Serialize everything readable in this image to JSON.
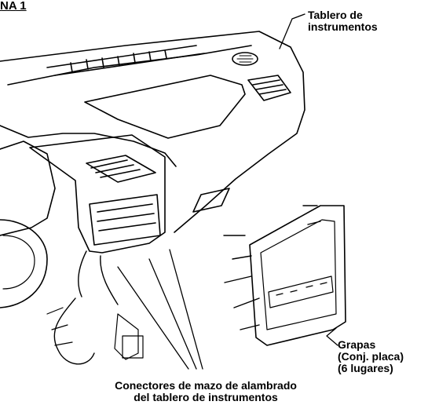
{
  "figure_tag": "NA 1",
  "labels": {
    "tablero_line1": "Tablero de",
    "tablero_line2": "instrumentos",
    "grapas_line1": "Grapas",
    "grapas_line2": "(Conj. placa)",
    "grapas_line3": "(6 lugares)",
    "conectores_line1": "Conectores de mazo de alambrado",
    "conectores_line2": "del tablero de instrumentos"
  }
}
